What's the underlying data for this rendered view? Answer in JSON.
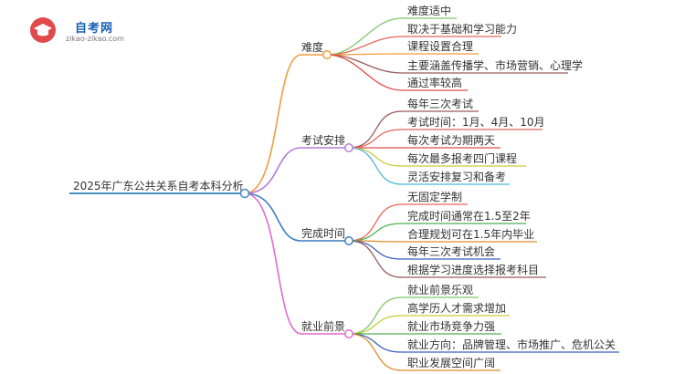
{
  "logo": {
    "title": "自考网",
    "subtitle": "zikao-zikao.com"
  },
  "root": {
    "label": "2025年广东公共关系自考本科分析",
    "color": "#4a8fc2"
  },
  "branches": [
    {
      "label": "难度",
      "color": "#f39c3c",
      "leaves": [
        {
          "label": "难度适中",
          "color": "#7dc86b"
        },
        {
          "label": "取决于基础和学习能力",
          "color": "#e8655c"
        },
        {
          "label": "课程设置合理",
          "color": "#f39c3c"
        },
        {
          "label": "主要涵盖传播学、市场营销、心理学",
          "color": "#9b5b5b"
        },
        {
          "label": "通过率较高",
          "color": "#e04a4a"
        }
      ]
    },
    {
      "label": "考试安排",
      "color": "#b57bd6",
      "leaves": [
        {
          "label": "每年三次考试",
          "color": "#9b5b5b"
        },
        {
          "label": "考试时间：1月、4月、10月",
          "color": "#e8655c"
        },
        {
          "label": "每次考试为期两天",
          "color": "#e04a4a"
        },
        {
          "label": "每次最多报考四门课程",
          "color": "#c9c93a"
        },
        {
          "label": "灵活安排复习和备考",
          "color": "#4ab8d8"
        }
      ]
    },
    {
      "label": "完成时间",
      "color": "#3a7fc0",
      "leaves": [
        {
          "label": "无固定学制",
          "color": "#e8655c"
        },
        {
          "label": "完成时间通常在1.5至2年",
          "color": "#4caf50"
        },
        {
          "label": "合理规划可在1.5年内毕业",
          "color": "#e08a2c"
        },
        {
          "label": "每年三次考试机会",
          "color": "#3a5fc0"
        },
        {
          "label": "根据学习进度选择报考科目",
          "color": "#9b5b5b"
        }
      ]
    },
    {
      "label": "就业前景",
      "color": "#e06ad0",
      "leaves": [
        {
          "label": "就业前景乐观",
          "color": "#7dc86b"
        },
        {
          "label": "高学历人才需求增加",
          "color": "#c9c93a"
        },
        {
          "label": "就业市场竞争力强",
          "color": "#4caf50"
        },
        {
          "label": "就业方向：品牌管理、市场推广、危机公关",
          "color": "#3a5fc0"
        },
        {
          "label": "职业发展空间广阔",
          "color": "#e08a2c"
        }
      ]
    }
  ]
}
